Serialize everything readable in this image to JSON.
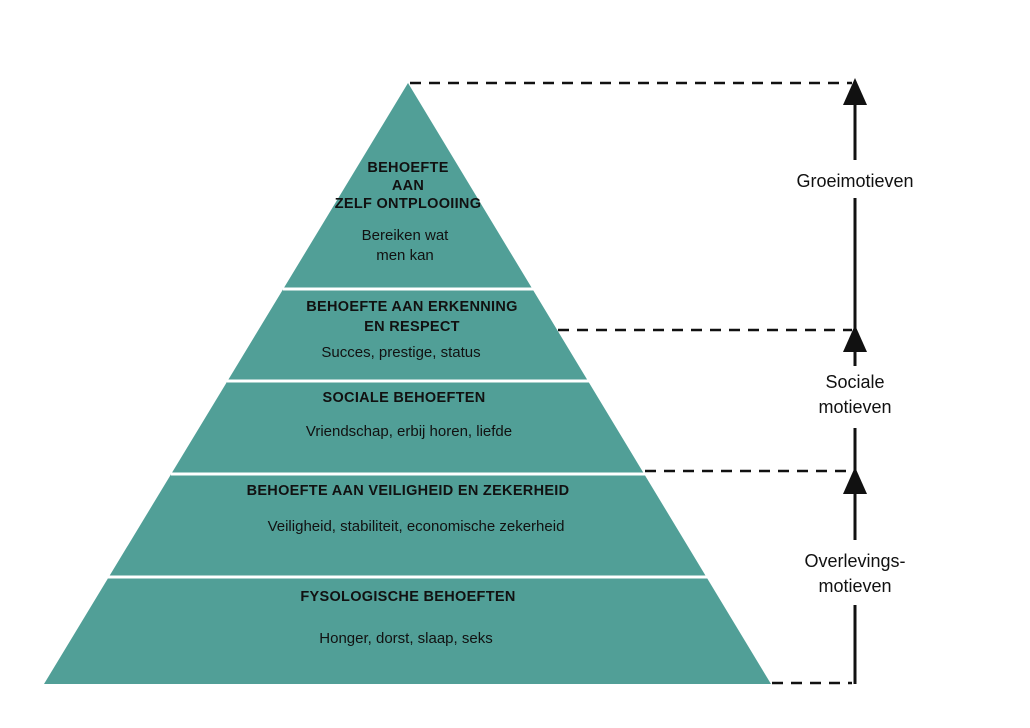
{
  "colors": {
    "pyramid_fill": "#519f97",
    "separator": "#ffffff",
    "line": "#111111",
    "text": "#111111",
    "background": "#ffffff"
  },
  "pyramid": {
    "levels": [
      {
        "id": "zelfontplooiing",
        "title_lines": [
          "BEHOEFTE",
          "AAN",
          "ZELF ONTPLOOIING"
        ],
        "desc_lines": [
          "Bereiken wat",
          "men kan"
        ]
      },
      {
        "id": "erkenning",
        "title_lines": [
          "BEHOEFTE AAN ERKENNING",
          "EN RESPECT"
        ],
        "desc_lines": [
          "Succes, prestige, status"
        ]
      },
      {
        "id": "sociale",
        "title_lines": [
          "SOCIALE BEHOEFTEN"
        ],
        "desc_lines": [
          "Vriendschap, erbij horen, liefde"
        ]
      },
      {
        "id": "veiligheid",
        "title_lines": [
          "BEHOEFTE AAN VEILIGHEID EN ZEKERHEID"
        ],
        "desc_lines": [
          "Veiligheid, stabiliteit, economische zekerheid"
        ]
      },
      {
        "id": "fysiologisch",
        "title_lines": [
          "FYSOLOGISCHE BEHOEFTEN"
        ],
        "desc_lines": [
          "Honger, dorst, slaap, seks"
        ]
      }
    ]
  },
  "motives": [
    {
      "id": "groei",
      "label_lines": [
        "Groeimotieven"
      ]
    },
    {
      "id": "sociaal",
      "label_lines": [
        "Sociale",
        "motieven"
      ]
    },
    {
      "id": "overleving",
      "label_lines": [
        "Overlevings-",
        "motieven"
      ]
    }
  ]
}
